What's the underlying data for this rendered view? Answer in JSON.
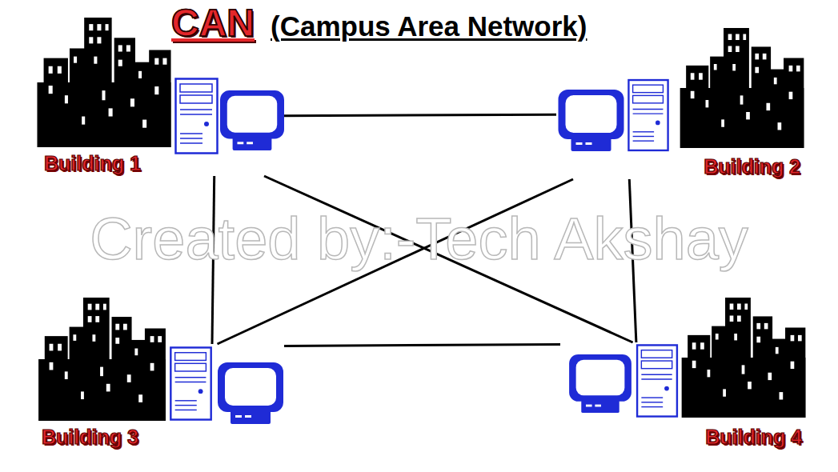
{
  "diagram": {
    "title": "CAN",
    "nodes": [
      {
        "text": [
          "Building 1"
        ]
      },
      {
        "text": [
          "Building 2"
        ]
      },
      {
        "text": [
          "Building 3"
        ]
      },
      {
        "text": [
          "Building 4"
        ]
      }
    ],
    "edges": [
      {
        "from": 0,
        "to": 1,
        "arrow": "none"
      },
      {
        "from": 0,
        "to": 2,
        "arrow": "none"
      },
      {
        "from": 0,
        "to": 3,
        "arrow": "none"
      },
      {
        "from": 1,
        "to": 2,
        "arrow": "none"
      },
      {
        "from": 1,
        "to": 3,
        "arrow": "none"
      },
      {
        "from": 2,
        "to": 3,
        "arrow": "none"
      }
    ],
    "labels": [
      "(Campus Area Network)",
      "Created by:-Tech Akshay"
    ]
  }
}
